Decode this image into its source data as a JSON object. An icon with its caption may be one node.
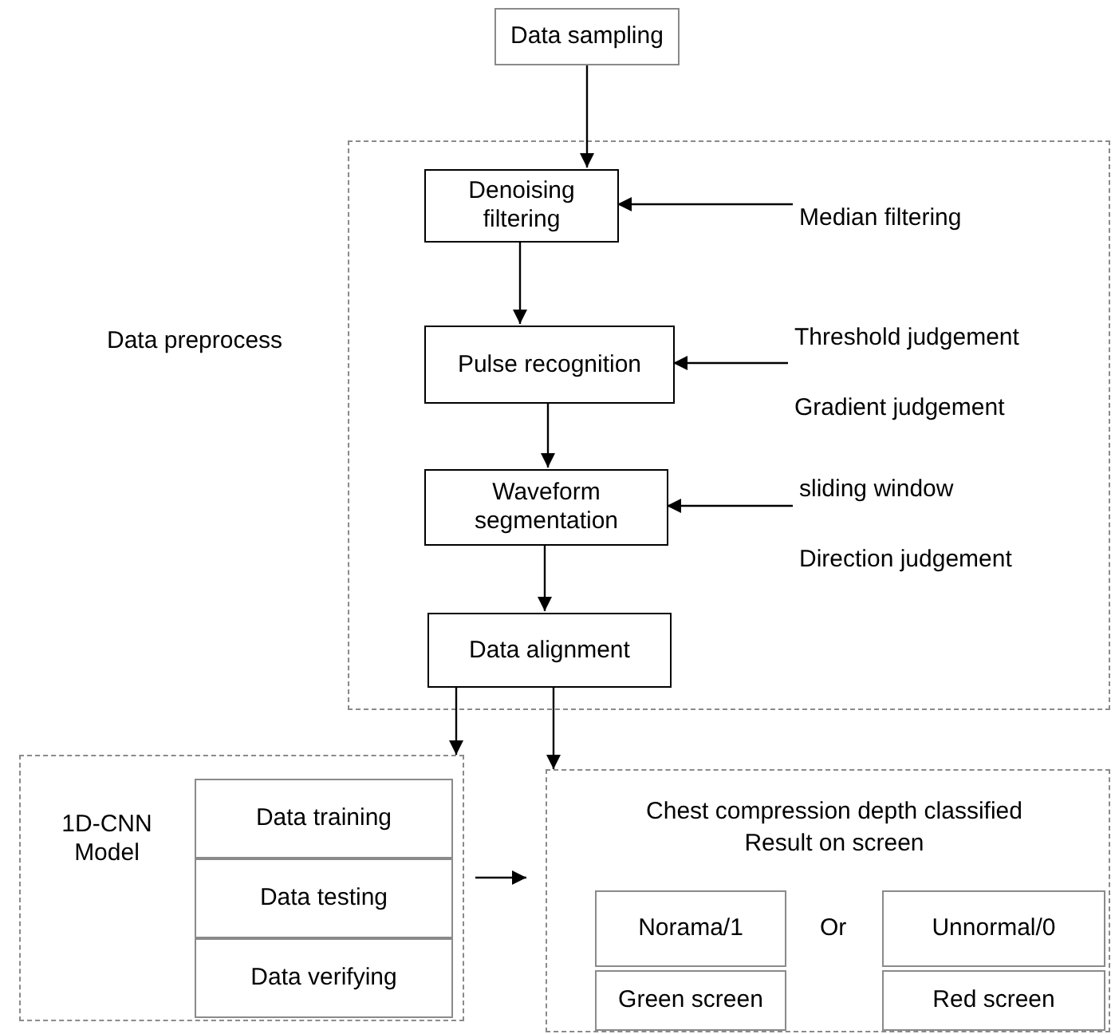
{
  "diagram": {
    "nodes": [
      {
        "text": [
          "Data sampling"
        ]
      },
      {
        "text": [
          "Data preprocess"
        ]
      },
      {
        "text": [
          "Denoising filtering"
        ],
        "in": 1
      },
      {
        "text": [
          "Median filtering"
        ],
        "in": 1
      },
      {
        "text": [
          "Pulse recognition"
        ],
        "in": 1
      },
      {
        "text": [
          "Threshold judgement",
          "Gradient judgement"
        ],
        "in": 1
      },
      {
        "text": [
          "Waveform segmentation"
        ],
        "in": 1
      },
      {
        "text": [
          "sliding window",
          "Direction judgement"
        ],
        "in": 1
      },
      {
        "text": [
          "Data alignment"
        ],
        "in": 1
      },
      {
        "text": [
          "1D-CNN Model"
        ]
      },
      {
        "text": [
          "Data training"
        ],
        "in": 9
      },
      {
        "text": [
          "Data testing"
        ],
        "in": 9
      },
      {
        "text": [
          "Data verifying"
        ],
        "in": 9
      },
      {
        "text": [
          "Chest compression depth classified Result on screen"
        ]
      },
      {
        "text": [
          "Norama/1"
        ],
        "in": 13
      },
      {
        "text": [
          "Unnormal/0"
        ],
        "in": 13
      },
      {
        "text": [
          "Green screen"
        ],
        "in": 13
      },
      {
        "text": [
          "Red screen"
        ],
        "in": 13
      }
    ],
    "edges": [
      {
        "from": 0,
        "to": 2,
        "arrow": "to"
      },
      {
        "from": 3,
        "to": 2,
        "arrow": "to"
      },
      {
        "from": 2,
        "to": 4,
        "arrow": "to"
      },
      {
        "from": 5,
        "to": 4,
        "arrow": "to"
      },
      {
        "from": 4,
        "to": 6,
        "arrow": "to"
      },
      {
        "from": 7,
        "to": 6,
        "arrow": "to"
      },
      {
        "from": 6,
        "to": 8,
        "arrow": "to"
      },
      {
        "from": 8,
        "to": 9,
        "arrow": "to"
      },
      {
        "from": 8,
        "to": 13,
        "arrow": "to"
      },
      {
        "from": 9,
        "to": 13,
        "arrow": "to"
      }
    ],
    "labels": [
      "Or"
    ]
  }
}
